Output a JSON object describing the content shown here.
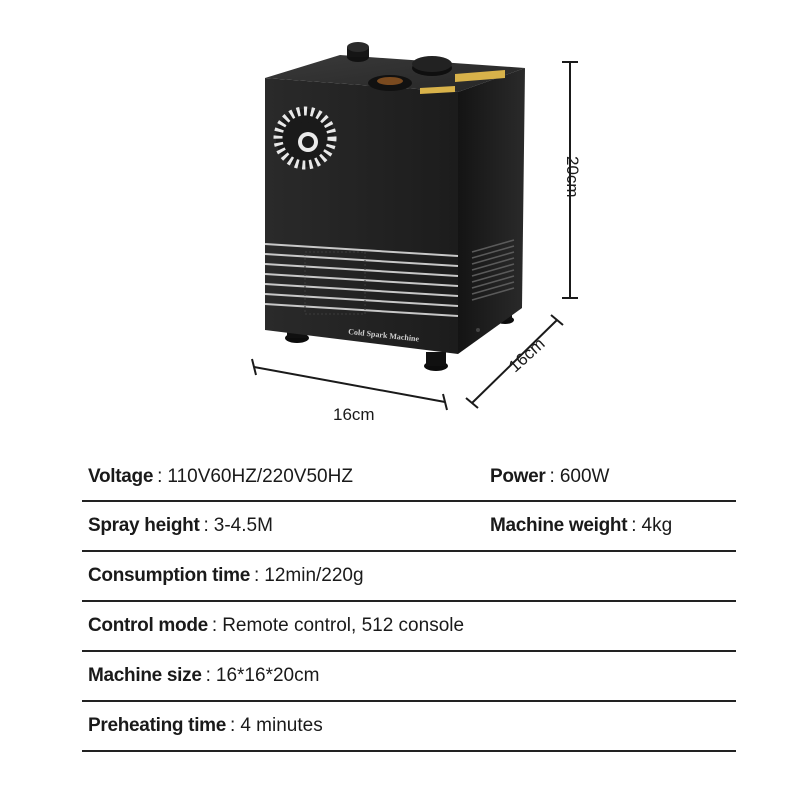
{
  "product": {
    "engraving": "Cold Spark Machine"
  },
  "dimensions": {
    "width": "16cm",
    "depth": "16cm",
    "height": "20cm"
  },
  "specs": [
    {
      "cells": [
        {
          "key": "Voltage",
          "value": "110V60HZ/220V50HZ"
        },
        {
          "key": "Power",
          "value": "600W"
        }
      ]
    },
    {
      "cells": [
        {
          "key": "Spray height",
          "value": "3-4.5M"
        },
        {
          "key": "Machine weight",
          "value": "4kg"
        }
      ]
    },
    {
      "cells": [
        {
          "key": "Consumption time",
          "value": "12min/220g"
        }
      ]
    },
    {
      "cells": [
        {
          "key": "Control mode",
          "value": "Remote control, 512 console"
        }
      ]
    },
    {
      "cells": [
        {
          "key": "Machine size",
          "value": "16*16*20cm"
        }
      ]
    },
    {
      "cells": [
        {
          "key": "Preheating time",
          "value": "4 minutes"
        }
      ]
    }
  ],
  "separator": ":",
  "colors": {
    "body": "#1f1f1f",
    "label": "#d8b24a",
    "rule": "#222222"
  }
}
